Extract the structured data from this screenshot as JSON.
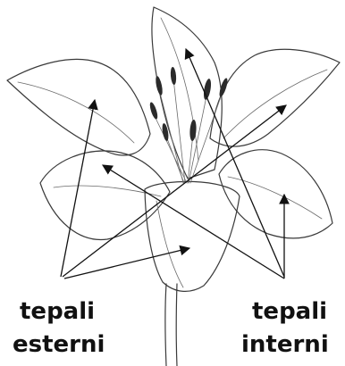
{
  "labels": {
    "outer": {
      "line1": "tepali",
      "line2": "esterni"
    },
    "inner": {
      "line1": "tepali",
      "line2": "interni"
    }
  },
  "colors": {
    "ink": "#111111",
    "outline": "#3a3a3a",
    "background": "#ffffff"
  }
}
